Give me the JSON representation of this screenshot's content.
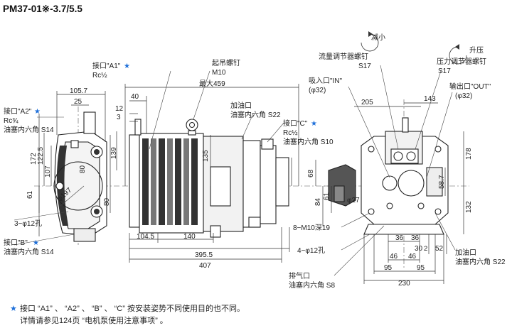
{
  "title": "PM37-01※-3.7/5.5",
  "colors": {
    "star": "#1e6fd9",
    "line": "#222222"
  },
  "left_view": {
    "port_a2_label": "接口\"A2\"",
    "port_a2_thread": "Rc¾",
    "port_a2_plug": "油塞内六角 S14",
    "port_b_label": "接口\"B\"",
    "port_b_plug": "油塞内六角 S14",
    "holes": "3−φ12孔",
    "diameter": "φ197",
    "dims": [
      "105.7",
      "25",
      "172",
      "122.5",
      "107",
      "80",
      "139",
      "61",
      "80"
    ]
  },
  "middle_view": {
    "port_a1_label": "接口\"A1\"",
    "port_a1_thread": "Rc½",
    "lifting_bolt": "起吊螺钉",
    "lifting_bolt_size": "M10",
    "max_length": "最大459",
    "oil_filler": "加油口",
    "oil_filler_plug": "油塞内六角 S22",
    "port_c_label": "接口\"C\"",
    "port_c_thread": "Rc½",
    "port_c_plug": "油塞内六角 S10",
    "dims": [
      "40",
      "12",
      "3",
      "135",
      "104.5",
      "140",
      "395.5",
      "407"
    ]
  },
  "right_view": {
    "decrease": "减小",
    "increase": "升压",
    "flow_adjust_screw": "流量调节器螺钉",
    "flow_screw_size": "S17",
    "pressure_adjust_screw": "压力调节器螺钉",
    "pressure_screw_size": "S17",
    "inlet_label": "吸入口\"IN\"",
    "inlet_size": "(φ32)",
    "outlet_label": "输出口\"OUT\"",
    "outlet_size": "(φ32)",
    "mount_screw": "8−M10深19",
    "mount_holes": "4−φ12孔",
    "vent": "排气口",
    "vent_plug": "油塞内六角 S8",
    "oil_filler": "加油口",
    "oil_filler_plug": "油塞内六角 S22",
    "dims": [
      "205",
      "143",
      "178",
      "68",
      "φ27",
      "84",
      "61",
      "58.7",
      "132",
      "36",
      "36",
      "46",
      "46",
      "30",
      "2",
      "52",
      "95",
      "95",
      "230"
    ]
  },
  "notes": {
    "star": "★",
    "line1": "接口 “A1” 、 “A2” 、 “B” 、 “C” 按安装姿势不同使用目的也不同。",
    "line2": "详情请参见124页 “电机泵使用注意事项” 。"
  }
}
